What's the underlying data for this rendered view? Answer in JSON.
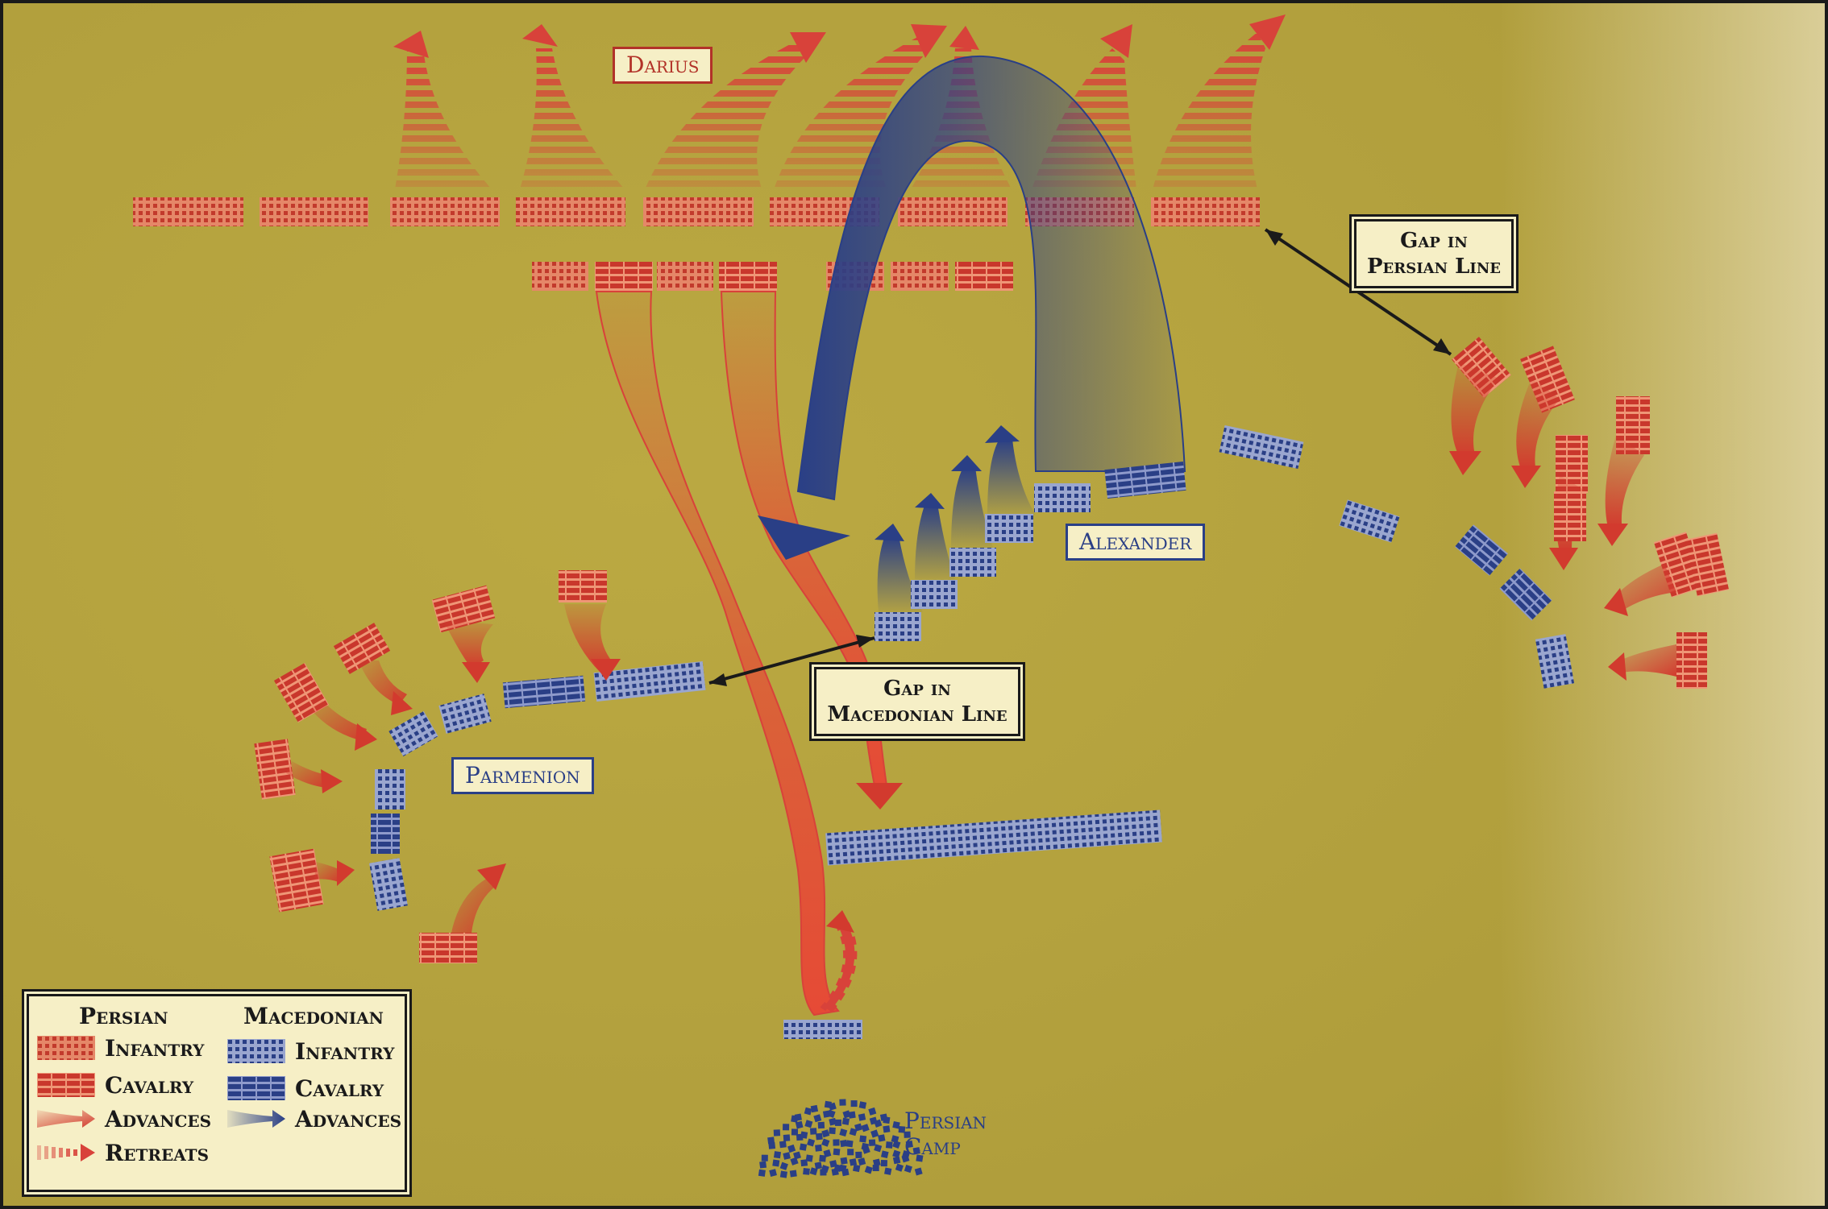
{
  "labels": {
    "darius": "Darius",
    "alexander": "Alexander",
    "parmenion": "Parmenion",
    "gap_persian": [
      "Gap in",
      "Persian Line"
    ],
    "gap_macedonian": [
      "Gap in",
      "Macedonian Line"
    ],
    "camp": [
      "Persian",
      "Camp"
    ]
  },
  "legend": {
    "persian_heading": "Persian",
    "macedonian_heading": "Macedonian",
    "persian_items": [
      "Infantry",
      "Cavalry",
      "Advances",
      "Retreats"
    ],
    "macedonian_items": [
      "Infantry",
      "Cavalry",
      "Advances"
    ]
  },
  "colors": {
    "ground": "#b3a13f",
    "persian": "#c9372c",
    "persian_light": "#e06a50",
    "macedonian": "#2a3f86",
    "label_bg": "#f6efc6",
    "border": "#1a1a1a"
  }
}
